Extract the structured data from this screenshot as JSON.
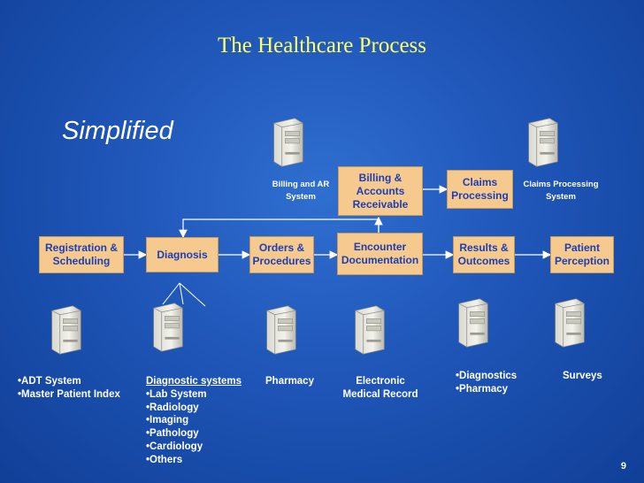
{
  "title": "The Healthcare Process",
  "subtitle": "Simplified",
  "boxes": {
    "registration": "Registration &\nScheduling",
    "diagnosis": "Diagnosis",
    "orders": "Orders &\nProcedures",
    "encounter": "Encounter\nDocumentation",
    "results": "Results &\nOutcomes",
    "patient": "Patient\nPerception",
    "billing": "Billing &\nAccounts\nReceivable",
    "claims": "Claims\nProcessing"
  },
  "top_systems": {
    "billing_ar": "Billing and AR\nSystem",
    "claims_processing": "Claims Processing\nSystem"
  },
  "bottom": {
    "registration_items": [
      "•ADT System",
      "•Master Patient Index"
    ],
    "diagnosis_heading": "Diagnostic systems",
    "diagnosis_items": [
      "•Lab System",
      "•Radiology",
      "•Imaging",
      "•Pathology",
      "•Cardiology",
      "•Others"
    ],
    "orders": "Pharmacy",
    "encounter": "Electronic\nMedical Record",
    "results_items": [
      "•Diagnostics",
      "•Pharmacy"
    ],
    "patient": "Surveys"
  },
  "page_number": "9"
}
